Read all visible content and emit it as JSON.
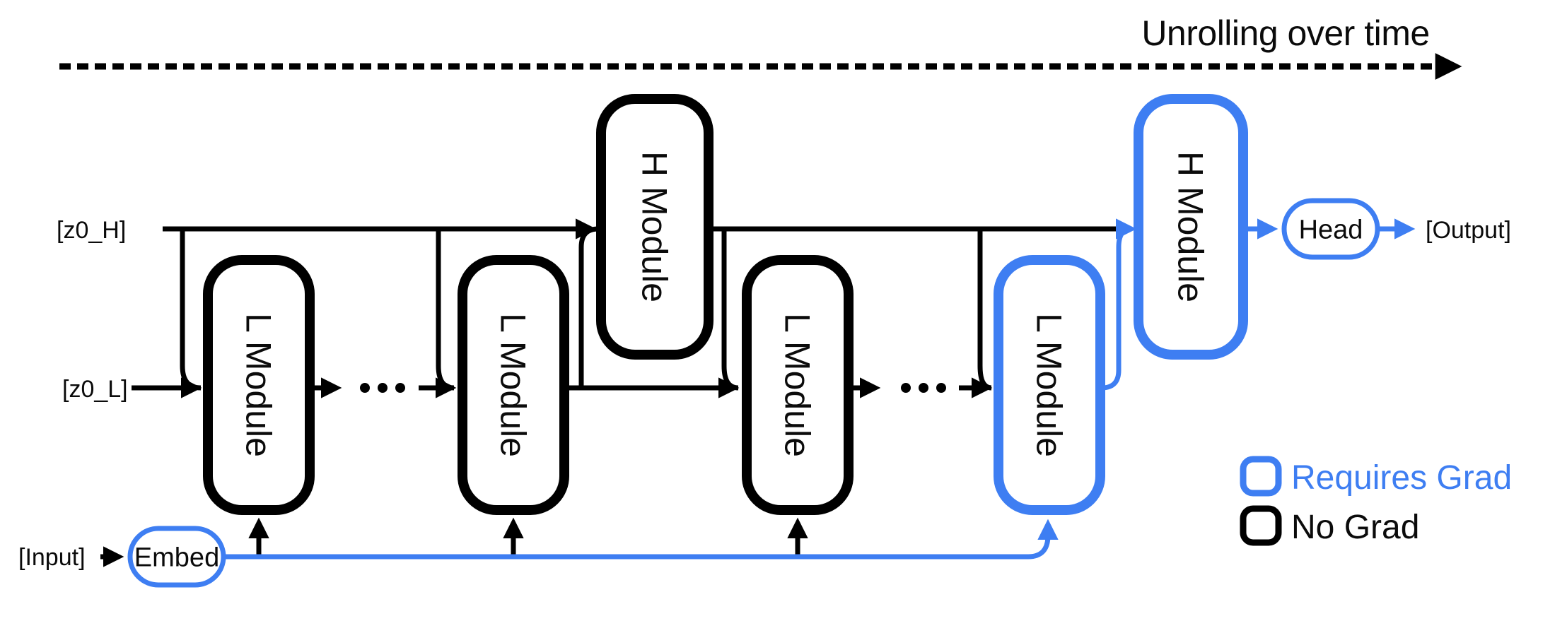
{
  "title": "Unrolling over time",
  "colors": {
    "accent_blue": "#3E7EF2",
    "line_black": "#000000"
  },
  "io_labels": {
    "z0_h": "[z0_H]",
    "z0_l": "[z0_L]",
    "input": "[Input]",
    "output": "[Output]"
  },
  "nodes": {
    "l_module_label": "L Module",
    "h_module_label": "H Module",
    "embed_label": "Embed",
    "head_label": "Head"
  },
  "legend": {
    "requires_grad": "Requires Grad",
    "no_grad": "No Grad"
  }
}
